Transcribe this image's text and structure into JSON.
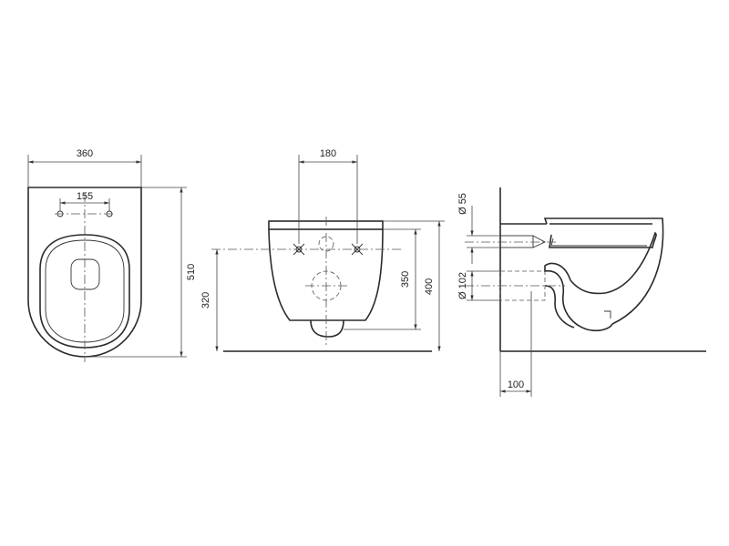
{
  "dimensions": {
    "top_width": "360",
    "top_hole_spacing": "155",
    "top_length": "510",
    "front_bolt_spacing": "180",
    "front_height_320": "320",
    "front_height_350": "350",
    "front_height_400": "400",
    "side_inlet_diameter": "Ø 55",
    "side_outlet_diameter": "Ø 102",
    "side_wall_offset": "100"
  }
}
